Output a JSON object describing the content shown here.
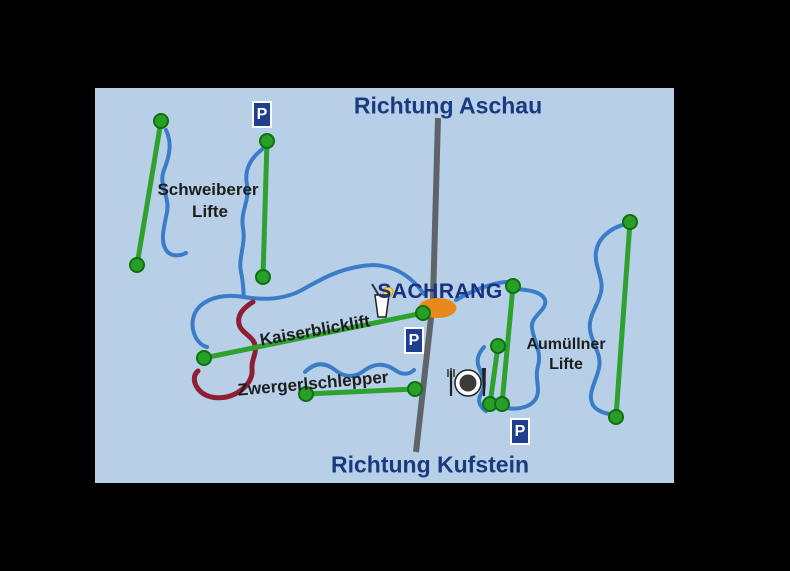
{
  "map": {
    "directions": {
      "top": "Richtung Aschau",
      "bottom": "Richtung Kufstein"
    },
    "village": {
      "name": "SACHRANG"
    },
    "lifts": [
      {
        "name": "Schweiberer Lifte",
        "label_line1": "Schweiberer",
        "label_line2": "Lifte"
      },
      {
        "name": "Kaiserblicklift",
        "label": "Kaiserblicklift"
      },
      {
        "name": "Zwergerlschlepper",
        "label": "Zwergerlschlepper"
      },
      {
        "name": "Aumüllner Lifte",
        "label_line1": "Aumüllner",
        "label_line2": "Lifte"
      }
    ],
    "parking_sign": "P",
    "icons": {
      "parking": "parking-sign",
      "restaurant": "plate-fork-knife-icon",
      "refreshment": "cocktail-glass-icon"
    },
    "colors": {
      "frame": "#000000",
      "map_background": "#b7d0e7",
      "direction_text": "#1a3a80",
      "village_text": "#1a2f80",
      "label_text": "#1d1d1d",
      "lift_line": "#2ea12e",
      "lift_station": "#28a028",
      "slope_line": "#3b7cc9",
      "difficult_slope_line": "#8e1f33",
      "road": "#5f6468",
      "village_marker": "#e8891a",
      "parking_background": "#1e3f8f",
      "parking_text": "#ffffff"
    }
  }
}
